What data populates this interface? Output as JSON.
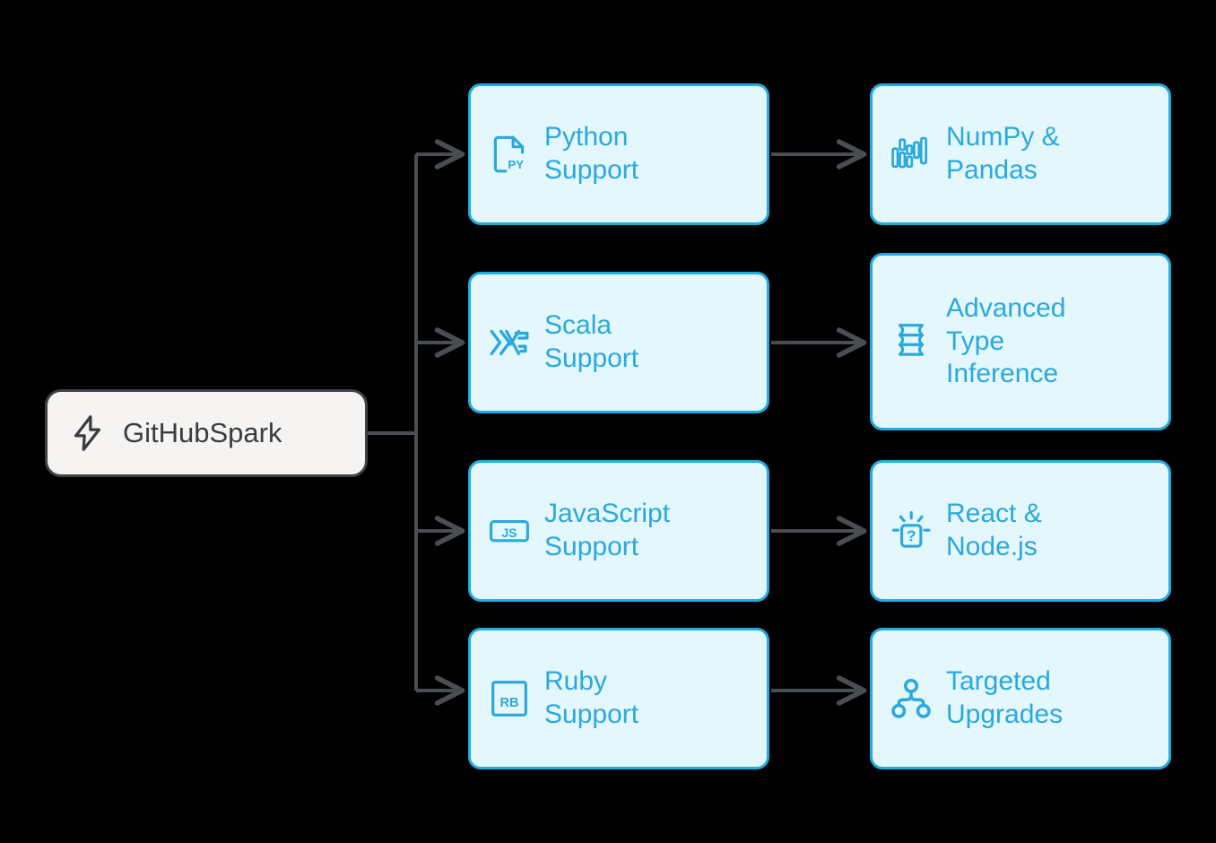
{
  "diagram": {
    "type": "flowchart",
    "orientation": "left-to-right",
    "root": {
      "id": "githubspark",
      "label": "GitHubSpark",
      "icon": "lightning-bolt-icon",
      "fill": "#F5F4F2",
      "border": "#3F4247",
      "text_color": "#3A3C40"
    },
    "colors": {
      "background": "#000000",
      "node_fill": "#E4F7FD",
      "node_border": "#22ABE0",
      "node_text": "#2BA8DC",
      "edge": "#4A4D52"
    },
    "branches": [
      {
        "language": {
          "id": "python-support",
          "label": "Python\nSupport",
          "icon": "python-file-icon"
        },
        "feature": {
          "id": "numpy-pandas",
          "label": "NumPy &\nPandas",
          "icon": "data-array-icon"
        }
      },
      {
        "language": {
          "id": "scala-support",
          "label": "Scala\nSupport",
          "icon": "scala-lambda-icon"
        },
        "feature": {
          "id": "advanced-type-inference",
          "label": "Advanced\nType\nInference",
          "icon": "stacked-layers-icon"
        }
      },
      {
        "language": {
          "id": "javascript-support",
          "label": "JavaScript\nSupport",
          "icon": "js-badge-icon"
        },
        "feature": {
          "id": "react-nodejs",
          "label": "React &\nNode.js",
          "icon": "question-box-icon"
        }
      },
      {
        "language": {
          "id": "ruby-support",
          "label": "Ruby\nSupport",
          "icon": "rb-badge-icon"
        },
        "feature": {
          "id": "targeted-upgrades",
          "label": "Targeted\nUpgrades",
          "icon": "hierarchy-tree-icon"
        }
      }
    ]
  }
}
